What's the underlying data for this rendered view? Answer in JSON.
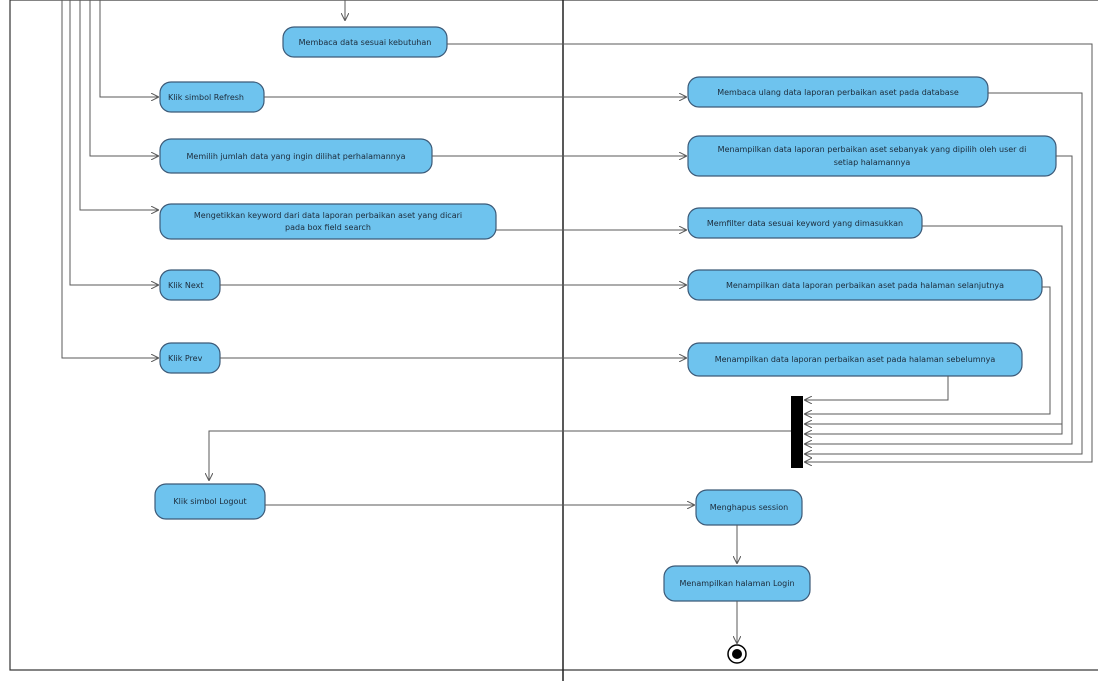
{
  "diagram_type": "UML activity diagram (two swimlanes)",
  "colors": {
    "action_fill": "#6ec3ee",
    "action_stroke": "#3c5a78",
    "lane_border": "#333333",
    "fork_bar": "#000000",
    "connector": "#5a5a5a"
  },
  "actions": {
    "membaca_data": "Membaca data sesuai kebutuhan",
    "klik_refresh": "Klik simbol Refresh",
    "membaca_ulang": "Membaca ulang data laporan perbaikan aset pada database",
    "memilih_jumlah": "Memilih jumlah data yang ingin dilihat perhalamannya",
    "menampilkan_sebanyak": [
      "Menampilkan data laporan perbaikan aset sebanyak yang dipilih oleh user di",
      "setiap halamannya"
    ],
    "mengetikkan_keyword": [
      "Mengetikkan keyword dari data laporan perbaikan aset yang dicari",
      "pada box field search"
    ],
    "memfilter": "Memfilter data sesuai keyword yang dimasukkan",
    "klik_next": "Klik Next",
    "menampilkan_selanjutnya": "Menampilkan data laporan perbaikan aset pada halaman selanjutnya",
    "klik_prev": "Klik Prev",
    "menampilkan_sebelumnya": "Menampilkan data laporan perbaikan aset pada halaman sebelumnya",
    "klik_logout": "Klik simbol Logout",
    "menghapus_session": "Menghapus session",
    "menampilkan_login": "Menampilkan halaman Login"
  }
}
